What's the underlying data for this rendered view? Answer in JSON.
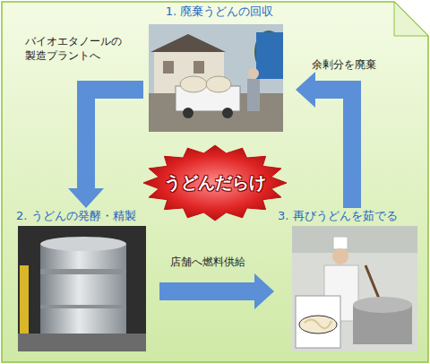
{
  "diagram": {
    "nodes": [
      {
        "text": [
          "1. 廃棄うどんの回収"
        ]
      },
      {
        "text": [
          "うどんだらけ"
        ]
      },
      {
        "text": [
          "2. うどんの発酵・精製"
        ]
      },
      {
        "text": [
          "3. 再びうどんを茹でる"
        ]
      }
    ],
    "edges": [
      {
        "from": 0,
        "to": 2,
        "label": "バイオエタノールの 製造プラントへ",
        "arrow": "to"
      },
      {
        "from": 2,
        "to": 3,
        "label": "店舗へ燃料供給",
        "arrow": "to"
      },
      {
        "from": 3,
        "to": 0,
        "label": "余剰分を廃棄",
        "arrow": "to"
      }
    ]
  }
}
